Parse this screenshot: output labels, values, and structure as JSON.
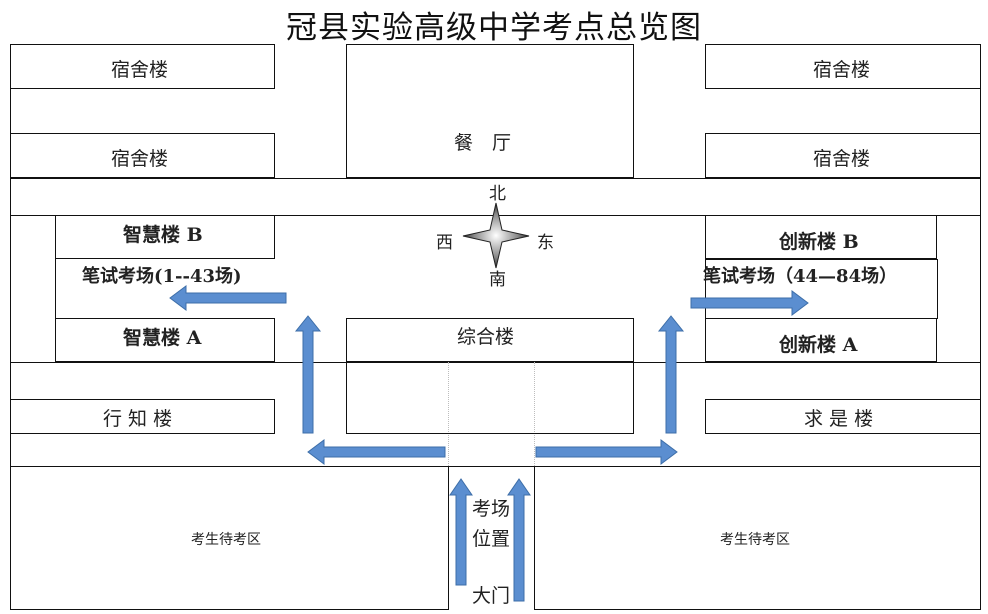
{
  "title": "冠县实验高级中学考点总览图",
  "buildings": {
    "dorm_top_left": "宿舍楼",
    "dorm_top_right": "宿舍楼",
    "dorm_mid_left": "宿舍楼",
    "dorm_mid_right": "宿舍楼",
    "canteen": "餐　厅",
    "zhihui_b": "智慧楼 B",
    "zhihui_a": "智慧楼 A",
    "chuangxin_b": "创新楼 B",
    "chuangxin_a": "创新楼 A",
    "zonghe": "综合楼",
    "xingzhi": "行 知 楼",
    "qiushi": "求 是 楼"
  },
  "exam_left": "笔试考场(1--43场)",
  "exam_right": "笔试考场（44—84场）",
  "compass": {
    "north": "北",
    "south": "南",
    "east": "东",
    "west": "西"
  },
  "waiting_left": "考生待考区",
  "waiting_right": "考生待考区",
  "exam_location_line1": "考场",
  "exam_location_line2": "位置",
  "main_gate": "大门",
  "colors": {
    "arrow": "#5b8ed0",
    "arrow_edge": "#3d6ea8"
  }
}
